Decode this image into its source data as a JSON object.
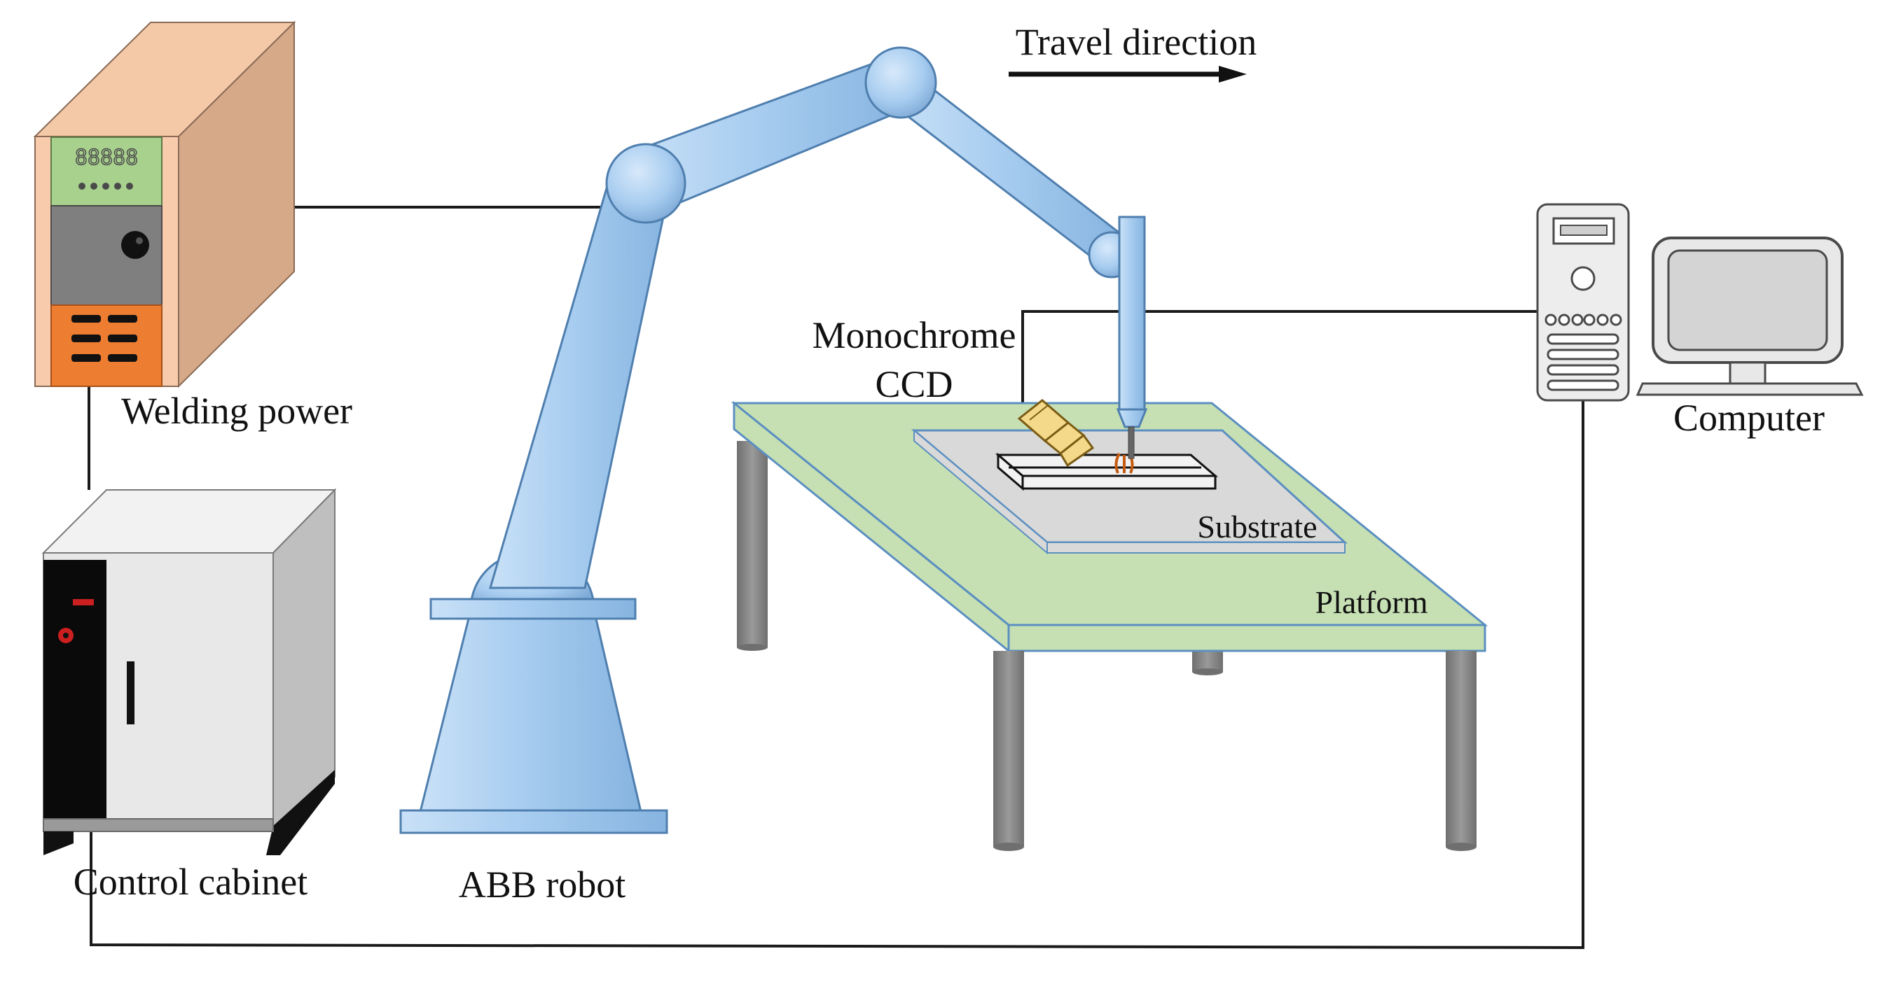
{
  "labels": {
    "travel_direction": "Travel direction",
    "welding_power": "Welding power",
    "monochrome": "Monochrome",
    "ccd": "CCD",
    "computer": "Computer",
    "substrate": "Substrate",
    "platform": "Platform",
    "control_cabinet": "Control cabinet",
    "abb_robot": "ABB robot"
  },
  "welding_power_display": "88888",
  "colors": {
    "robot_fill": "#a8cdf0",
    "robot_stroke": "#4f7faf",
    "platform_top": "#c6e0b4",
    "platform_edge": "#5b8fc0",
    "leg": "#7f7f7f",
    "power_front_top": "#a9d18e",
    "power_front_mid": "#7f7f7f",
    "power_front_bottom": "#ed7d31",
    "power_side": "#d6a989",
    "power_face": "#f8cbad",
    "cabinet_face": "#e8e8e8",
    "cabinet_side": "#bfbfbf",
    "cabinet_top": "#f2f2f2",
    "ccd_fill": "#f5d98b",
    "substrate": "#d9d9d9",
    "arc": "#c55a11"
  },
  "icons": {
    "welding_power": "welding-power-supply-icon",
    "control_cabinet": "control-cabinet-icon",
    "robot": "robot-arm-icon",
    "computer_tower": "computer-tower-icon",
    "monitor": "monitor-icon",
    "ccd_camera": "ccd-camera-icon",
    "platform": "platform-table-icon",
    "arrow": "arrow-right-icon"
  }
}
